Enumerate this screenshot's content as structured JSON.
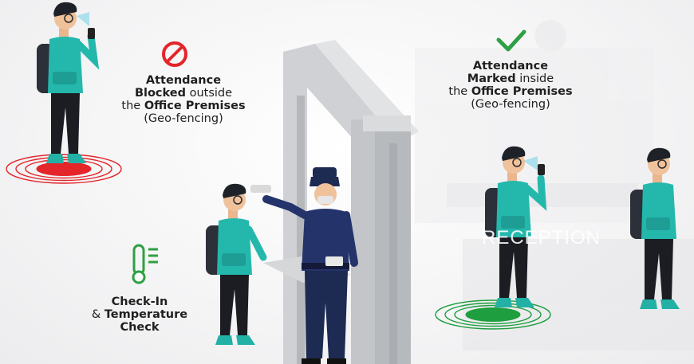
{
  "blocked": {
    "line1_bold": "Attendance",
    "line2_bold": "Blocked",
    "line2_rest": " outside",
    "line3_pre": "the ",
    "line3_bold": "Office Premises",
    "line4": "(Geo-fencing)"
  },
  "marked": {
    "line1_bold": "Attendance",
    "line2_bold": "Marked",
    "line2_rest": " inside",
    "line3_pre": "the ",
    "line3_bold": "Office Premises",
    "line4": "(Geo-fencing)"
  },
  "temperature": {
    "line1_bold": "Check-In",
    "line2_pre": "& ",
    "line2_bold": "Temperature",
    "line3_bold": "Check"
  },
  "reception_sign": "RECEPTION",
  "colors": {
    "blocked": "#e4252a",
    "marked": "#1e9e3e",
    "shirt": "#24b8ad",
    "icon_green": "#2ea043"
  }
}
